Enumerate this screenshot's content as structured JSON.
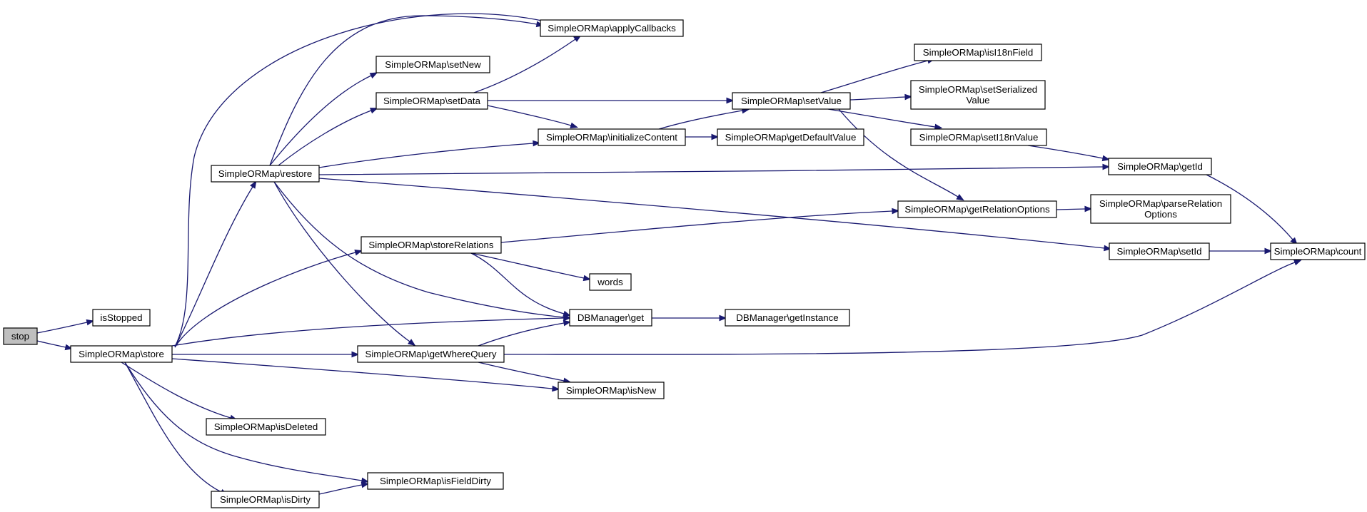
{
  "diagram": {
    "nodes": [
      {
        "id": "stop",
        "lines": [
          "stop"
        ],
        "root": true
      },
      {
        "id": "isStopped",
        "lines": [
          "isStopped"
        ]
      },
      {
        "id": "store",
        "lines": [
          "SimpleORMap\\store"
        ]
      },
      {
        "id": "restore",
        "lines": [
          "SimpleORMap\\restore"
        ]
      },
      {
        "id": "applyCallbacks",
        "lines": [
          "SimpleORMap\\applyCallbacks"
        ]
      },
      {
        "id": "setNew",
        "lines": [
          "SimpleORMap\\setNew"
        ]
      },
      {
        "id": "setData",
        "lines": [
          "SimpleORMap\\setData"
        ]
      },
      {
        "id": "initializeContent",
        "lines": [
          "SimpleORMap\\initializeContent"
        ]
      },
      {
        "id": "getDefaultValue",
        "lines": [
          "SimpleORMap\\getDefaultValue"
        ]
      },
      {
        "id": "setValue",
        "lines": [
          "SimpleORMap\\setValue"
        ]
      },
      {
        "id": "isI18nField",
        "lines": [
          "SimpleORMap\\isI18nField"
        ]
      },
      {
        "id": "setSerializedValue",
        "lines": [
          "SimpleORMap\\setSerialized",
          "Value"
        ]
      },
      {
        "id": "setI18nValue",
        "lines": [
          "SimpleORMap\\setI18nValue"
        ]
      },
      {
        "id": "getId",
        "lines": [
          "SimpleORMap\\getId"
        ]
      },
      {
        "id": "getRelationOptions",
        "lines": [
          "SimpleORMap\\getRelationOptions"
        ]
      },
      {
        "id": "parseRelationOptions",
        "lines": [
          "SimpleORMap\\parseRelation",
          "Options"
        ]
      },
      {
        "id": "setId",
        "lines": [
          "SimpleORMap\\setId"
        ]
      },
      {
        "id": "count",
        "lines": [
          "SimpleORMap\\count"
        ]
      },
      {
        "id": "storeRelations",
        "lines": [
          "SimpleORMap\\storeRelations"
        ]
      },
      {
        "id": "words",
        "lines": [
          "words"
        ]
      },
      {
        "id": "dbget",
        "lines": [
          "DBManager\\get"
        ]
      },
      {
        "id": "getInstance",
        "lines": [
          "DBManager\\getInstance"
        ]
      },
      {
        "id": "getWhereQuery",
        "lines": [
          "SimpleORMap\\getWhereQuery"
        ]
      },
      {
        "id": "isNew",
        "lines": [
          "SimpleORMap\\isNew"
        ]
      },
      {
        "id": "isDeleted",
        "lines": [
          "SimpleORMap\\isDeleted"
        ]
      },
      {
        "id": "isFieldDirty",
        "lines": [
          "SimpleORMap\\isFieldDirty"
        ]
      },
      {
        "id": "isDirty",
        "lines": [
          "SimpleORMap\\isDirty"
        ]
      }
    ]
  }
}
